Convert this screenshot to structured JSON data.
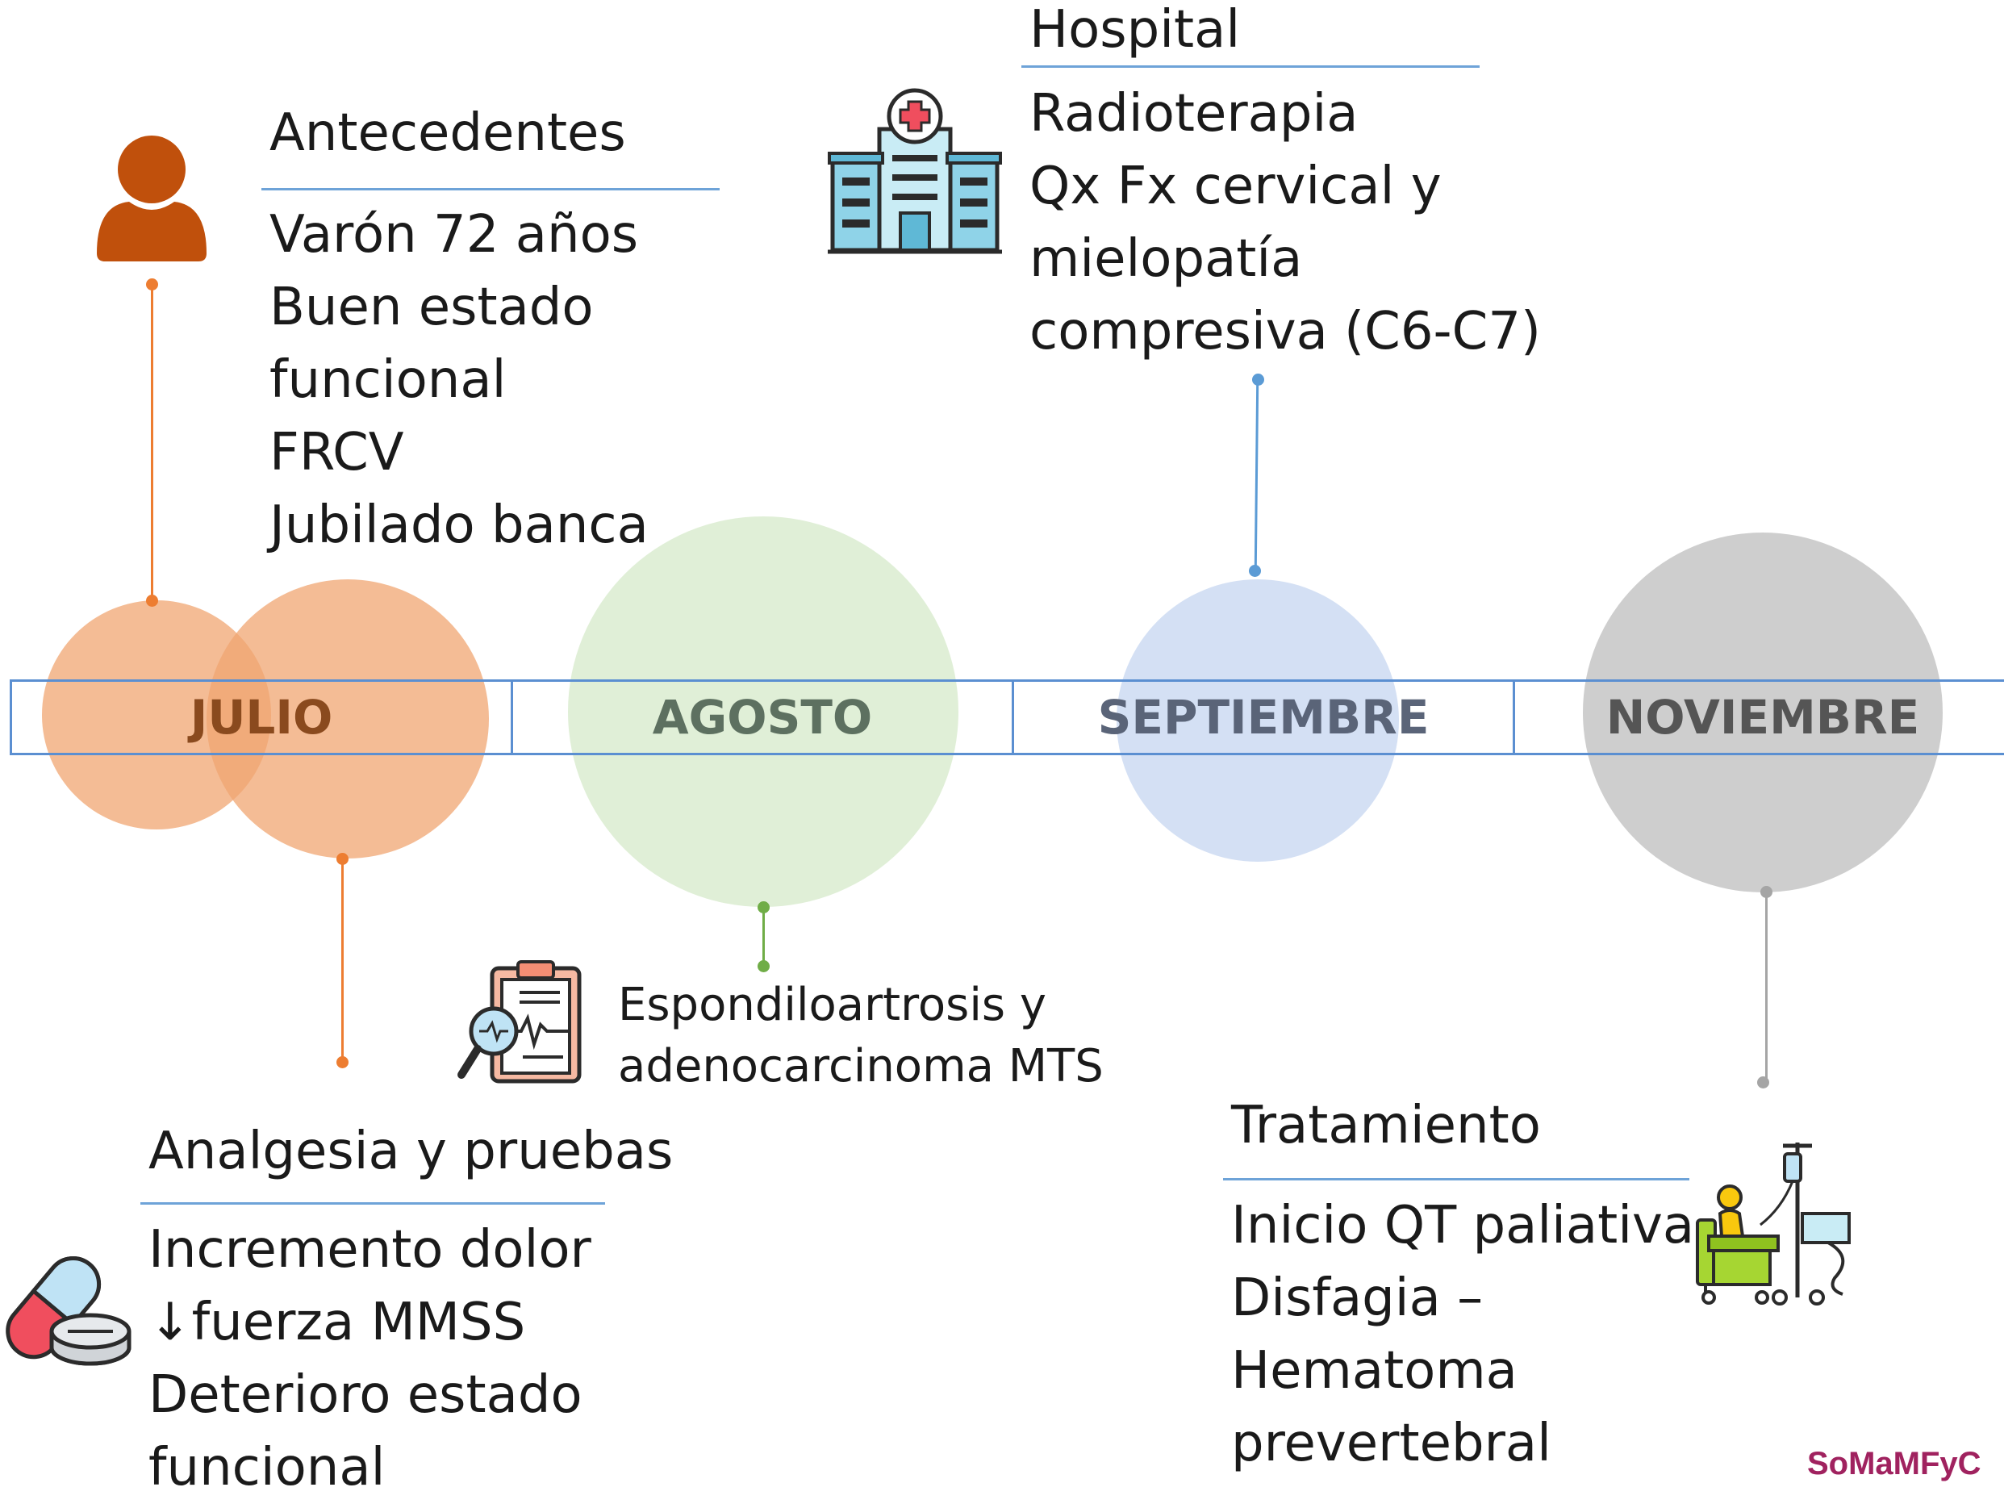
{
  "timeline": {
    "months": [
      "JULIO",
      "AGOSTO",
      "SEPTIEMBRE",
      "NOVIEMBRE"
    ]
  },
  "antecedentes": {
    "title": "Antecedentes",
    "lines": [
      "Varón 72 años",
      "Buen estado",
      "funcional",
      "FRCV",
      "Jubilado banca"
    ]
  },
  "analgesia": {
    "title": "Analgesia y pruebas",
    "lines": [
      "Incremento dolor",
      "↓fuerza MMSS",
      "Deterioro estado",
      "funcional"
    ]
  },
  "agosto_event": {
    "lines": [
      "Espondiloartrosis y",
      "adenocarcinoma MTS"
    ]
  },
  "hospital": {
    "title": "Hospital",
    "lines": [
      "Radioterapia",
      "Qx Fx cervical y",
      "mielopatía",
      "compresiva (C6-C7)"
    ]
  },
  "tratamiento": {
    "title": "Tratamiento",
    "lines": [
      "Inicio QT paliativa",
      "Disfagia –",
      "Hematoma",
      "prevertebral"
    ]
  },
  "logo": {
    "text": "SoMaMFyC"
  },
  "icons": [
    "person-icon",
    "pills-icon",
    "clipboard-diagnosis-icon",
    "hospital-icon",
    "chemotherapy-chair-icon"
  ],
  "colors": {
    "julio": "#f0a572",
    "agosto": "#d6e9c9",
    "septiembre": "#c6d6f0",
    "noviembre": "#bdbdbd",
    "band_border": "#5b8fd1",
    "person": "#c0500c"
  }
}
